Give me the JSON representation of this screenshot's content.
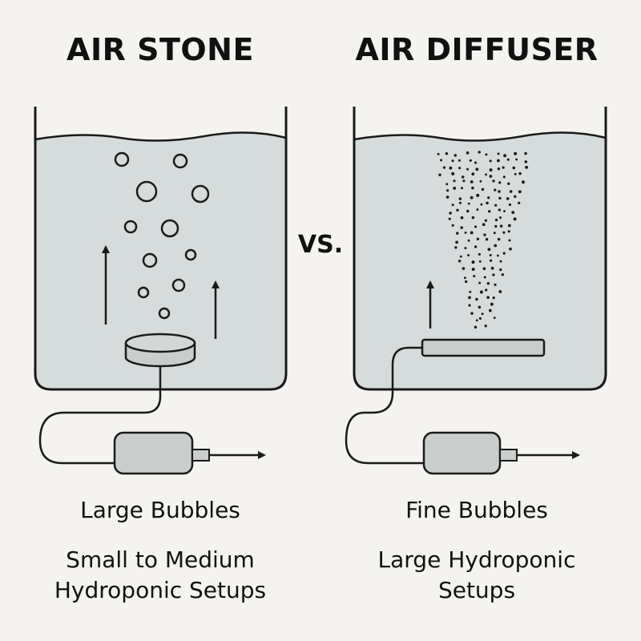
{
  "left": {
    "title": "AIR STONE",
    "bubble_label": "Large Bubbles",
    "setup_label_line1": "Small to Medium",
    "setup_label_line2": "Hydroponic Setups"
  },
  "right": {
    "title": "AIR DIFFUSER",
    "bubble_label": "Fine Bubbles",
    "setup_label_line1": "Large Hydroponic",
    "setup_label_line2": "Setups"
  },
  "separator": "VS.",
  "colors": {
    "background": "#f4f3ef",
    "water": "#d6dcdc",
    "outline": "#1a1a1a",
    "device": "#c9cdcc"
  }
}
